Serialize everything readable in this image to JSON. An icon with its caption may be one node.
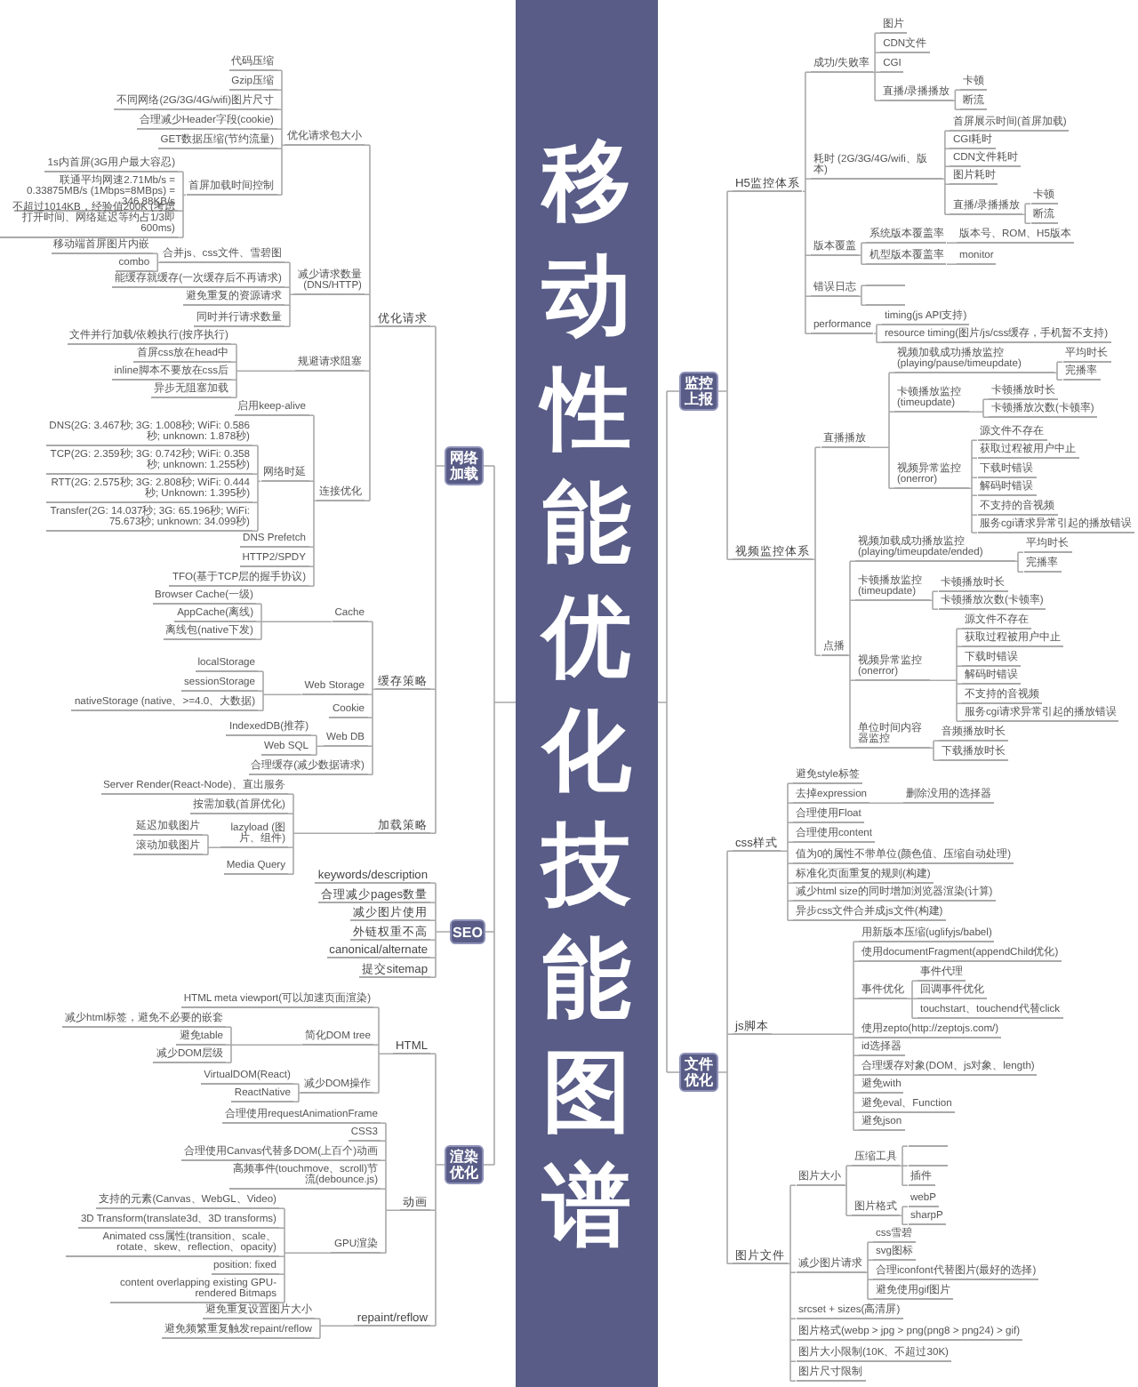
{
  "diagram": {
    "nodes": [
      {
        "text": [
          "移动性能优化技能图谱"
        ]
      },
      {
        "text": [
          "网络加载"
        ]
      },
      {
        "text": [
          "优化请求"
        ]
      },
      {
        "text": [
          "优化请求包大小"
        ]
      },
      {
        "text": [
          "代码压缩"
        ]
      },
      {
        "text": [
          "Gzip压缩"
        ]
      },
      {
        "text": [
          "不同网络(2G/3G/4G/wifi)图片尺寸"
        ]
      },
      {
        "text": [
          "合理减少Header字段(cookie)"
        ]
      },
      {
        "text": [
          "GET数据压缩(节约流量)"
        ]
      },
      {
        "text": [
          "首屏加载时间控制"
        ]
      },
      {
        "text": [
          "1s内首屏(3G用户最大容忍)"
        ]
      },
      {
        "text": [
          "联通平均网速2.71Mb/s = 0.33875MB/s (1Mbps=8MBps) = 346.88KB/s"
        ]
      },
      {
        "text": [
          "不超过1014KB，经验值200K (考虑打开时间、网络延迟等约占1/3即600ms)"
        ]
      },
      {
        "text": [
          "减少请求数量 (DNS/HTTP)"
        ]
      },
      {
        "text": [
          "合并js、css文件、雪碧图"
        ]
      },
      {
        "text": [
          "移动端首屏图片内嵌"
        ]
      },
      {
        "text": [
          "combo"
        ]
      },
      {
        "text": [
          "能缓存就缓存(一次缓存后不再请求)"
        ]
      },
      {
        "text": [
          "避免重复的资源请求"
        ]
      },
      {
        "text": [
          "同时并行请求数量"
        ]
      },
      {
        "text": [
          "规避请求阻塞"
        ]
      },
      {
        "text": [
          "文件并行加载/依赖执行(按序执行)"
        ]
      },
      {
        "text": [
          "首屏css放在head中"
        ]
      },
      {
        "text": [
          "inline脚本不要放在css后"
        ]
      },
      {
        "text": [
          "异步无阻塞加载"
        ]
      },
      {
        "text": [
          "连接优化"
        ]
      },
      {
        "text": [
          "启用keep-alive"
        ]
      },
      {
        "text": [
          "网络时延"
        ]
      },
      {
        "text": [
          "DNS(2G: 3.467秒; 3G: 1.008秒; WiFi: 0.586秒; unknown: 1.878秒)"
        ]
      },
      {
        "text": [
          "TCP(2G: 2.359秒; 3G: 0.742秒; WiFi: 0.358秒; unknown: 1.255秒)"
        ]
      },
      {
        "text": [
          "RTT(2G: 2.575秒; 3G: 2.808秒; WiFi: 0.444秒; Unknown: 1.395秒)"
        ]
      },
      {
        "text": [
          "Transfer(2G: 14.037秒; 3G: 65.196秒; WiFi: 75.673秒; unknown: 34.099秒)"
        ]
      },
      {
        "text": [
          "DNS Prefetch"
        ]
      },
      {
        "text": [
          "HTTP2/SPDY"
        ]
      },
      {
        "text": [
          "TFO(基于TCP层的握手协议)"
        ]
      },
      {
        "text": [
          "缓存策略"
        ]
      },
      {
        "text": [
          "Cache"
        ]
      },
      {
        "text": [
          "Browser Cache(一级)"
        ]
      },
      {
        "text": [
          "AppCache(离线)"
        ]
      },
      {
        "text": [
          "离线包(native下发)"
        ]
      },
      {
        "text": [
          "Web Storage"
        ]
      },
      {
        "text": [
          "localStorage"
        ]
      },
      {
        "text": [
          "sessionStorage"
        ]
      },
      {
        "text": [
          "nativeStorage (native、>=4.0、大数据)"
        ]
      },
      {
        "text": [
          "Cookie"
        ]
      },
      {
        "text": [
          "Web DB"
        ]
      },
      {
        "text": [
          "IndexedDB(推荐)"
        ]
      },
      {
        "text": [
          "Web SQL"
        ]
      },
      {
        "text": [
          "合理缓存(减少数据请求)"
        ]
      },
      {
        "text": [
          "加载策略"
        ]
      },
      {
        "text": [
          "Server Render(React-Node)、直出服务"
        ]
      },
      {
        "text": [
          "按需加载(首屏优化)"
        ]
      },
      {
        "text": [
          "lazyload (图片、组件)"
        ]
      },
      {
        "text": [
          "延迟加载图片"
        ]
      },
      {
        "text": [
          "滚动加载图片"
        ]
      },
      {
        "text": [
          "Media Query"
        ]
      },
      {
        "text": [
          "SEO"
        ]
      },
      {
        "text": [
          "keywords/description"
        ]
      },
      {
        "text": [
          "合理减少pages数量"
        ]
      },
      {
        "text": [
          "减少图片使用"
        ]
      },
      {
        "text": [
          "外链权重不高"
        ]
      },
      {
        "text": [
          "canonical/alternate"
        ]
      },
      {
        "text": [
          "提交sitemap"
        ]
      },
      {
        "text": [
          "渲染优化"
        ]
      },
      {
        "text": [
          "HTML"
        ]
      },
      {
        "text": [
          "HTML meta viewport(可以加速页面渲染)"
        ]
      },
      {
        "text": [
          "简化DOM tree"
        ]
      },
      {
        "text": [
          "减少html标签，避免不必要的嵌套"
        ]
      },
      {
        "text": [
          "避免table"
        ]
      },
      {
        "text": [
          "减少DOM层级"
        ]
      },
      {
        "text": [
          "减少DOM操作"
        ]
      },
      {
        "text": [
          "VirtualDOM(React)"
        ]
      },
      {
        "text": [
          "ReactNative"
        ]
      },
      {
        "text": [
          "动画"
        ]
      },
      {
        "text": [
          "合理使用requestAnimationFrame"
        ]
      },
      {
        "text": [
          "CSS3"
        ]
      },
      {
        "text": [
          "合理使用Canvas代替多DOM(上百个)动画"
        ]
      },
      {
        "text": [
          "高频事件(touchmove、scroll)节流(debounce.js)"
        ]
      },
      {
        "text": [
          "GPU渲染"
        ]
      },
      {
        "text": [
          "支持的元素(Canvas、WebGL、Video)"
        ]
      },
      {
        "text": [
          "3D Transform(translate3d、3D transforms)"
        ]
      },
      {
        "text": [
          "Animated css属性(transition、scale、rotate、skew、reflection、opacity)"
        ]
      },
      {
        "text": [
          "position: fixed"
        ]
      },
      {
        "text": [
          "content overlapping existing GPU-rendered Bitmaps"
        ]
      },
      {
        "text": [
          "repaint/reflow"
        ]
      },
      {
        "text": [
          "避免重复设置图片大小"
        ]
      },
      {
        "text": [
          "避免频繁重复触发repaint/reflow"
        ]
      },
      {
        "text": [
          "监控上报"
        ]
      },
      {
        "text": [
          "H5监控体系"
        ]
      },
      {
        "text": [
          "成功/失败率"
        ]
      },
      {
        "text": [
          "图片"
        ]
      },
      {
        "text": [
          "CDN文件"
        ]
      },
      {
        "text": [
          "CGI"
        ]
      },
      {
        "text": [
          "直播/录播播放"
        ]
      },
      {
        "text": [
          "卡顿"
        ]
      },
      {
        "text": [
          "断流"
        ]
      },
      {
        "text": [
          "耗时 (2G/3G/4G/wifi、版本)"
        ]
      },
      {
        "text": [
          "首屏展示时间(首屏加载)"
        ]
      },
      {
        "text": [
          "CGI耗时"
        ]
      },
      {
        "text": [
          "CDN文件耗时"
        ]
      },
      {
        "text": [
          "图片耗时"
        ]
      },
      {
        "text": [
          "直播/录播播放"
        ]
      },
      {
        "text": [
          "卡顿"
        ]
      },
      {
        "text": [
          "断流"
        ]
      },
      {
        "text": [
          "版本覆盖"
        ]
      },
      {
        "text": [
          "系统版本覆盖率"
        ]
      },
      {
        "text": [
          "版本号、ROM、H5版本"
        ]
      },
      {
        "text": [
          "机型版本覆盖率"
        ]
      },
      {
        "text": [
          "monitor"
        ]
      },
      {
        "text": [
          "错误日志"
        ]
      },
      {
        "text": [],
        "shape": "bar"
      },
      {
        "text": [],
        "shape": "bar"
      },
      {
        "text": [
          "performance"
        ]
      },
      {
        "text": [
          "timing(js API支持)"
        ]
      },
      {
        "text": [
          "resource timing(图片/js/css缓存，手机暂不支持)"
        ]
      },
      {
        "text": [
          "视频监控体系"
        ]
      },
      {
        "text": [
          "直播播放"
        ]
      },
      {
        "text": [
          "视频加载成功播放监控(playing/pause/timeupdate)"
        ]
      },
      {
        "text": [
          "平均时长"
        ]
      },
      {
        "text": [
          "完播率"
        ]
      },
      {
        "text": [
          "卡顿播放监控(timeupdate)"
        ]
      },
      {
        "text": [
          "卡顿播放时长"
        ]
      },
      {
        "text": [
          "卡顿播放次数(卡顿率)"
        ]
      },
      {
        "text": [
          "视频异常监控(onerror)"
        ]
      },
      {
        "text": [
          "源文件不存在"
        ]
      },
      {
        "text": [
          "获取过程被用户中止"
        ]
      },
      {
        "text": [
          "下载时错误"
        ]
      },
      {
        "text": [
          "解码时错误"
        ]
      },
      {
        "text": [
          "不支持的音视频"
        ]
      },
      {
        "text": [
          "服务cgi请求异常引起的播放错误"
        ]
      },
      {
        "text": [
          "点播"
        ]
      },
      {
        "text": [
          "视频加载成功播放监控(playing/timeupdate/ended)"
        ]
      },
      {
        "text": [
          "平均时长"
        ]
      },
      {
        "text": [
          "完播率"
        ]
      },
      {
        "text": [
          "卡顿播放监控(timeupdate)"
        ]
      },
      {
        "text": [
          "卡顿播放时长"
        ]
      },
      {
        "text": [
          "卡顿播放次数(卡顿率)"
        ]
      },
      {
        "text": [
          "视频异常监控(onerror)"
        ]
      },
      {
        "text": [
          "源文件不存在"
        ]
      },
      {
        "text": [
          "获取过程被用户中止"
        ]
      },
      {
        "text": [
          "下载时错误"
        ]
      },
      {
        "text": [
          "解码时错误"
        ]
      },
      {
        "text": [
          "不支持的音视频"
        ]
      },
      {
        "text": [
          "服务cgi请求异常引起的播放错误"
        ]
      },
      {
        "text": [
          "单位时间内容器监控"
        ]
      },
      {
        "text": [
          "音频播放时长"
        ]
      },
      {
        "text": [
          "下载播放时长"
        ]
      },
      {
        "text": [
          "文件优化"
        ]
      },
      {
        "text": [
          "css样式"
        ]
      },
      {
        "text": [
          "避免style标签"
        ]
      },
      {
        "text": [
          "去掉expression"
        ]
      },
      {
        "text": [
          "删除没用的选择器"
        ]
      },
      {
        "text": [
          "合理使用Float"
        ]
      },
      {
        "text": [
          "合理使用content"
        ]
      },
      {
        "text": [
          "值为0的属性不带单位(颜色值、压缩自动处理)"
        ]
      },
      {
        "text": [
          "标准化页面重复的规则(构建)"
        ]
      },
      {
        "text": [
          "减少html size的同时增加浏览器渲染(计算)"
        ]
      },
      {
        "text": [
          "异步css文件合并成js文件(构建)"
        ]
      },
      {
        "text": [
          "js脚本"
        ]
      },
      {
        "text": [
          "用新版本压缩(uglifyjs/babel)"
        ]
      },
      {
        "text": [
          "使用documentFragment(appendChild优化)"
        ]
      },
      {
        "text": [
          "事件优化"
        ]
      },
      {
        "text": [
          "事件代理"
        ]
      },
      {
        "text": [
          "回调事件优化"
        ]
      },
      {
        "text": [
          "touchstart、touchend代替click"
        ]
      },
      {
        "text": [
          "使用zepto(http://zeptojs.com/)"
        ]
      },
      {
        "text": [
          "id选择器"
        ]
      },
      {
        "text": [
          "合理缓存对象(DOM、js对象、length)"
        ]
      },
      {
        "text": [
          "避免with"
        ]
      },
      {
        "text": [
          "避免eval、Function"
        ]
      },
      {
        "text": [
          "避免json"
        ]
      },
      {
        "text": [
          "图片文件"
        ]
      },
      {
        "text": [
          "图片大小"
        ]
      },
      {
        "text": [
          "压缩工具"
        ]
      },
      {
        "text": [],
        "shape": "bar"
      },
      {
        "text": [],
        "shape": "bar"
      },
      {
        "text": [
          "插件"
        ]
      },
      {
        "text": [
          "图片格式"
        ]
      },
      {
        "text": [
          "webP"
        ]
      },
      {
        "text": [
          "sharpP"
        ]
      },
      {
        "text": [
          "减少图片请求"
        ]
      },
      {
        "text": [
          "css雪碧"
        ]
      },
      {
        "text": [
          "svg图标"
        ]
      },
      {
        "text": [
          "合理iconfont代替图片(最好的选择)"
        ]
      },
      {
        "text": [
          "避免使用gif图片"
        ]
      },
      {
        "text": [
          "srcset + sizes(高清屏)"
        ]
      },
      {
        "text": [
          "图片格式(webp > jpg > png(png8 > png24) > gif)"
        ]
      },
      {
        "text": [
          "图片大小限制(10K、不超过30K)"
        ]
      },
      {
        "text": [
          "图片尺寸限制"
        ]
      }
    ],
    "edges": [
      {
        "from": 0,
        "to": 1,
        "arrow": "none"
      },
      {
        "from": 1,
        "to": 2,
        "arrow": "none"
      },
      {
        "from": 2,
        "to": 3,
        "arrow": "none"
      },
      {
        "from": 3,
        "to": 4,
        "arrow": "none"
      },
      {
        "from": 3,
        "to": 5,
        "arrow": "none"
      },
      {
        "from": 3,
        "to": 6,
        "arrow": "none"
      },
      {
        "from": 3,
        "to": 7,
        "arrow": "none"
      },
      {
        "from": 3,
        "to": 8,
        "arrow": "none"
      },
      {
        "from": 3,
        "to": 9,
        "arrow": "none"
      },
      {
        "from": 9,
        "to": 10,
        "arrow": "none"
      },
      {
        "from": 9,
        "to": 11,
        "arrow": "none"
      },
      {
        "from": 9,
        "to": 12,
        "arrow": "none"
      },
      {
        "from": 2,
        "to": 13,
        "arrow": "none"
      },
      {
        "from": 13,
        "to": 14,
        "arrow": "none"
      },
      {
        "from": 14,
        "to": 15,
        "arrow": "none"
      },
      {
        "from": 14,
        "to": 16,
        "arrow": "none"
      },
      {
        "from": 13,
        "to": 17,
        "arrow": "none"
      },
      {
        "from": 13,
        "to": 18,
        "arrow": "none"
      },
      {
        "from": 13,
        "to": 19,
        "arrow": "none"
      },
      {
        "from": 2,
        "to": 20,
        "arrow": "none"
      },
      {
        "from": 20,
        "to": 21,
        "arrow": "none"
      },
      {
        "from": 20,
        "to": 22,
        "arrow": "none"
      },
      {
        "from": 20,
        "to": 23,
        "arrow": "none"
      },
      {
        "from": 20,
        "to": 24,
        "arrow": "none"
      },
      {
        "from": 2,
        "to": 25,
        "arrow": "none"
      },
      {
        "from": 25,
        "to": 26,
        "arrow": "none"
      },
      {
        "from": 25,
        "to": 27,
        "arrow": "none"
      },
      {
        "from": 27,
        "to": 28,
        "arrow": "none"
      },
      {
        "from": 27,
        "to": 29,
        "arrow": "none"
      },
      {
        "from": 27,
        "to": 30,
        "arrow": "none"
      },
      {
        "from": 27,
        "to": 31,
        "arrow": "none"
      },
      {
        "from": 25,
        "to": 32,
        "arrow": "none"
      },
      {
        "from": 25,
        "to": 33,
        "arrow": "none"
      },
      {
        "from": 25,
        "to": 34,
        "arrow": "none"
      },
      {
        "from": 1,
        "to": 35,
        "arrow": "none"
      },
      {
        "from": 35,
        "to": 36,
        "arrow": "none"
      },
      {
        "from": 36,
        "to": 37,
        "arrow": "none"
      },
      {
        "from": 36,
        "to": 38,
        "arrow": "none"
      },
      {
        "from": 36,
        "to": 39,
        "arrow": "none"
      },
      {
        "from": 35,
        "to": 40,
        "arrow": "none"
      },
      {
        "from": 40,
        "to": 41,
        "arrow": "none"
      },
      {
        "from": 40,
        "to": 42,
        "arrow": "none"
      },
      {
        "from": 40,
        "to": 43,
        "arrow": "none"
      },
      {
        "from": 35,
        "to": 44,
        "arrow": "none"
      },
      {
        "from": 35,
        "to": 45,
        "arrow": "none"
      },
      {
        "from": 45,
        "to": 46,
        "arrow": "none"
      },
      {
        "from": 45,
        "to": 47,
        "arrow": "none"
      },
      {
        "from": 35,
        "to": 48,
        "arrow": "none"
      },
      {
        "from": 1,
        "to": 49,
        "arrow": "none"
      },
      {
        "from": 49,
        "to": 50,
        "arrow": "none"
      },
      {
        "from": 49,
        "to": 51,
        "arrow": "none"
      },
      {
        "from": 49,
        "to": 52,
        "arrow": "none"
      },
      {
        "from": 52,
        "to": 53,
        "arrow": "none"
      },
      {
        "from": 52,
        "to": 54,
        "arrow": "none"
      },
      {
        "from": 49,
        "to": 55,
        "arrow": "none"
      },
      {
        "from": 0,
        "to": 56,
        "arrow": "none"
      },
      {
        "from": 56,
        "to": 57,
        "arrow": "none"
      },
      {
        "from": 56,
        "to": 58,
        "arrow": "none"
      },
      {
        "from": 56,
        "to": 59,
        "arrow": "none"
      },
      {
        "from": 56,
        "to": 60,
        "arrow": "none"
      },
      {
        "from": 56,
        "to": 61,
        "arrow": "none"
      },
      {
        "from": 56,
        "to": 62,
        "arrow": "none"
      },
      {
        "from": 0,
        "to": 63,
        "arrow": "none"
      },
      {
        "from": 63,
        "to": 64,
        "arrow": "none"
      },
      {
        "from": 64,
        "to": 65,
        "arrow": "none"
      },
      {
        "from": 64,
        "to": 66,
        "arrow": "none"
      },
      {
        "from": 66,
        "to": 67,
        "arrow": "none"
      },
      {
        "from": 66,
        "to": 68,
        "arrow": "none"
      },
      {
        "from": 66,
        "to": 69,
        "arrow": "none"
      },
      {
        "from": 64,
        "to": 70,
        "arrow": "none"
      },
      {
        "from": 70,
        "to": 71,
        "arrow": "none"
      },
      {
        "from": 70,
        "to": 72,
        "arrow": "none"
      },
      {
        "from": 63,
        "to": 73,
        "arrow": "none"
      },
      {
        "from": 73,
        "to": 74,
        "arrow": "none"
      },
      {
        "from": 73,
        "to": 75,
        "arrow": "none"
      },
      {
        "from": 73,
        "to": 76,
        "arrow": "none"
      },
      {
        "from": 73,
        "to": 77,
        "arrow": "none"
      },
      {
        "from": 73,
        "to": 78,
        "arrow": "none"
      },
      {
        "from": 78,
        "to": 79,
        "arrow": "none"
      },
      {
        "from": 78,
        "to": 80,
        "arrow": "none"
      },
      {
        "from": 78,
        "to": 81,
        "arrow": "none"
      },
      {
        "from": 78,
        "to": 82,
        "arrow": "none"
      },
      {
        "from": 78,
        "to": 83,
        "arrow": "none"
      },
      {
        "from": 63,
        "to": 84,
        "arrow": "none"
      },
      {
        "from": 84,
        "to": 85,
        "arrow": "none"
      },
      {
        "from": 84,
        "to": 86,
        "arrow": "none"
      },
      {
        "from": 0,
        "to": 87,
        "arrow": "none"
      },
      {
        "from": 87,
        "to": 88,
        "arrow": "none"
      },
      {
        "from": 88,
        "to": 89,
        "arrow": "none"
      },
      {
        "from": 89,
        "to": 90,
        "arrow": "none"
      },
      {
        "from": 89,
        "to": 91,
        "arrow": "none"
      },
      {
        "from": 89,
        "to": 92,
        "arrow": "none"
      },
      {
        "from": 89,
        "to": 93,
        "arrow": "none"
      },
      {
        "from": 93,
        "to": 94,
        "arrow": "none"
      },
      {
        "from": 93,
        "to": 95,
        "arrow": "none"
      },
      {
        "from": 88,
        "to": 96,
        "arrow": "none"
      },
      {
        "from": 96,
        "to": 97,
        "arrow": "none"
      },
      {
        "from": 96,
        "to": 98,
        "arrow": "none"
      },
      {
        "from": 96,
        "to": 99,
        "arrow": "none"
      },
      {
        "from": 96,
        "to": 100,
        "arrow": "none"
      },
      {
        "from": 96,
        "to": 101,
        "arrow": "none"
      },
      {
        "from": 101,
        "to": 102,
        "arrow": "none"
      },
      {
        "from": 101,
        "to": 103,
        "arrow": "none"
      },
      {
        "from": 88,
        "to": 104,
        "arrow": "none"
      },
      {
        "from": 104,
        "to": 105,
        "arrow": "none"
      },
      {
        "from": 105,
        "to": 106,
        "arrow": "none"
      },
      {
        "from": 104,
        "to": 107,
        "arrow": "none"
      },
      {
        "from": 107,
        "to": 108,
        "arrow": "none"
      },
      {
        "from": 88,
        "to": 109,
        "arrow": "none"
      },
      {
        "from": 109,
        "to": 110,
        "arrow": "none"
      },
      {
        "from": 109,
        "to": 111,
        "arrow": "none"
      },
      {
        "from": 88,
        "to": 112,
        "arrow": "none"
      },
      {
        "from": 112,
        "to": 113,
        "arrow": "none"
      },
      {
        "from": 112,
        "to": 114,
        "arrow": "none"
      },
      {
        "from": 87,
        "to": 115,
        "arrow": "none"
      },
      {
        "from": 115,
        "to": 116,
        "arrow": "none"
      },
      {
        "from": 116,
        "to": 117,
        "arrow": "none"
      },
      {
        "from": 117,
        "to": 118,
        "arrow": "none"
      },
      {
        "from": 117,
        "to": 119,
        "arrow": "none"
      },
      {
        "from": 116,
        "to": 120,
        "arrow": "none"
      },
      {
        "from": 120,
        "to": 121,
        "arrow": "none"
      },
      {
        "from": 120,
        "to": 122,
        "arrow": "none"
      },
      {
        "from": 116,
        "to": 123,
        "arrow": "none"
      },
      {
        "from": 123,
        "to": 124,
        "arrow": "none"
      },
      {
        "from": 123,
        "to": 125,
        "arrow": "none"
      },
      {
        "from": 123,
        "to": 126,
        "arrow": "none"
      },
      {
        "from": 123,
        "to": 127,
        "arrow": "none"
      },
      {
        "from": 123,
        "to": 128,
        "arrow": "none"
      },
      {
        "from": 123,
        "to": 129,
        "arrow": "none"
      },
      {
        "from": 115,
        "to": 130,
        "arrow": "none"
      },
      {
        "from": 130,
        "to": 131,
        "arrow": "none"
      },
      {
        "from": 131,
        "to": 132,
        "arrow": "none"
      },
      {
        "from": 131,
        "to": 133,
        "arrow": "none"
      },
      {
        "from": 130,
        "to": 134,
        "arrow": "none"
      },
      {
        "from": 134,
        "to": 135,
        "arrow": "none"
      },
      {
        "from": 134,
        "to": 136,
        "arrow": "none"
      },
      {
        "from": 130,
        "to": 137,
        "arrow": "none"
      },
      {
        "from": 137,
        "to": 138,
        "arrow": "none"
      },
      {
        "from": 137,
        "to": 139,
        "arrow": "none"
      },
      {
        "from": 137,
        "to": 140,
        "arrow": "none"
      },
      {
        "from": 137,
        "to": 141,
        "arrow": "none"
      },
      {
        "from": 137,
        "to": 142,
        "arrow": "none"
      },
      {
        "from": 137,
        "to": 143,
        "arrow": "none"
      },
      {
        "from": 130,
        "to": 144,
        "arrow": "none"
      },
      {
        "from": 144,
        "to": 145,
        "arrow": "none"
      },
      {
        "from": 144,
        "to": 146,
        "arrow": "none"
      },
      {
        "from": 0,
        "to": 147,
        "arrow": "none"
      },
      {
        "from": 147,
        "to": 148,
        "arrow": "none"
      },
      {
        "from": 148,
        "to": 149,
        "arrow": "none"
      },
      {
        "from": 148,
        "to": 150,
        "arrow": "none"
      },
      {
        "from": 150,
        "to": 151,
        "arrow": "none"
      },
      {
        "from": 148,
        "to": 152,
        "arrow": "none"
      },
      {
        "from": 148,
        "to": 153,
        "arrow": "none"
      },
      {
        "from": 148,
        "to": 154,
        "arrow": "none"
      },
      {
        "from": 148,
        "to": 155,
        "arrow": "none"
      },
      {
        "from": 148,
        "to": 156,
        "arrow": "none"
      },
      {
        "from": 148,
        "to": 157,
        "arrow": "none"
      },
      {
        "from": 147,
        "to": 158,
        "arrow": "none"
      },
      {
        "from": 158,
        "to": 159,
        "arrow": "none"
      },
      {
        "from": 158,
        "to": 160,
        "arrow": "none"
      },
      {
        "from": 158,
        "to": 161,
        "arrow": "none"
      },
      {
        "from": 161,
        "to": 162,
        "arrow": "none"
      },
      {
        "from": 161,
        "to": 163,
        "arrow": "none"
      },
      {
        "from": 161,
        "to": 164,
        "arrow": "none"
      },
      {
        "from": 158,
        "to": 165,
        "arrow": "none"
      },
      {
        "from": 158,
        "to": 166,
        "arrow": "none"
      },
      {
        "from": 158,
        "to": 167,
        "arrow": "none"
      },
      {
        "from": 158,
        "to": 168,
        "arrow": "none"
      },
      {
        "from": 158,
        "to": 169,
        "arrow": "none"
      },
      {
        "from": 158,
        "to": 170,
        "arrow": "none"
      },
      {
        "from": 147,
        "to": 171,
        "arrow": "none"
      },
      {
        "from": 171,
        "to": 172,
        "arrow": "none"
      },
      {
        "from": 172,
        "to": 173,
        "arrow": "none"
      },
      {
        "from": 173,
        "to": 174,
        "arrow": "none"
      },
      {
        "from": 173,
        "to": 175,
        "arrow": "none"
      },
      {
        "from": 173,
        "to": 176,
        "arrow": "none"
      },
      {
        "from": 172,
        "to": 177,
        "arrow": "none"
      },
      {
        "from": 177,
        "to": 178,
        "arrow": "none"
      },
      {
        "from": 177,
        "to": 179,
        "arrow": "none"
      },
      {
        "from": 171,
        "to": 180,
        "arrow": "none"
      },
      {
        "from": 180,
        "to": 181,
        "arrow": "none"
      },
      {
        "from": 180,
        "to": 182,
        "arrow": "none"
      },
      {
        "from": 180,
        "to": 183,
        "arrow": "none"
      },
      {
        "from": 180,
        "to": 184,
        "arrow": "none"
      },
      {
        "from": 171,
        "to": 185,
        "arrow": "none"
      },
      {
        "from": 171,
        "to": 186,
        "arrow": "none"
      },
      {
        "from": 171,
        "to": 187,
        "arrow": "none"
      },
      {
        "from": 171,
        "to": 188,
        "arrow": "none"
      }
    ]
  }
}
